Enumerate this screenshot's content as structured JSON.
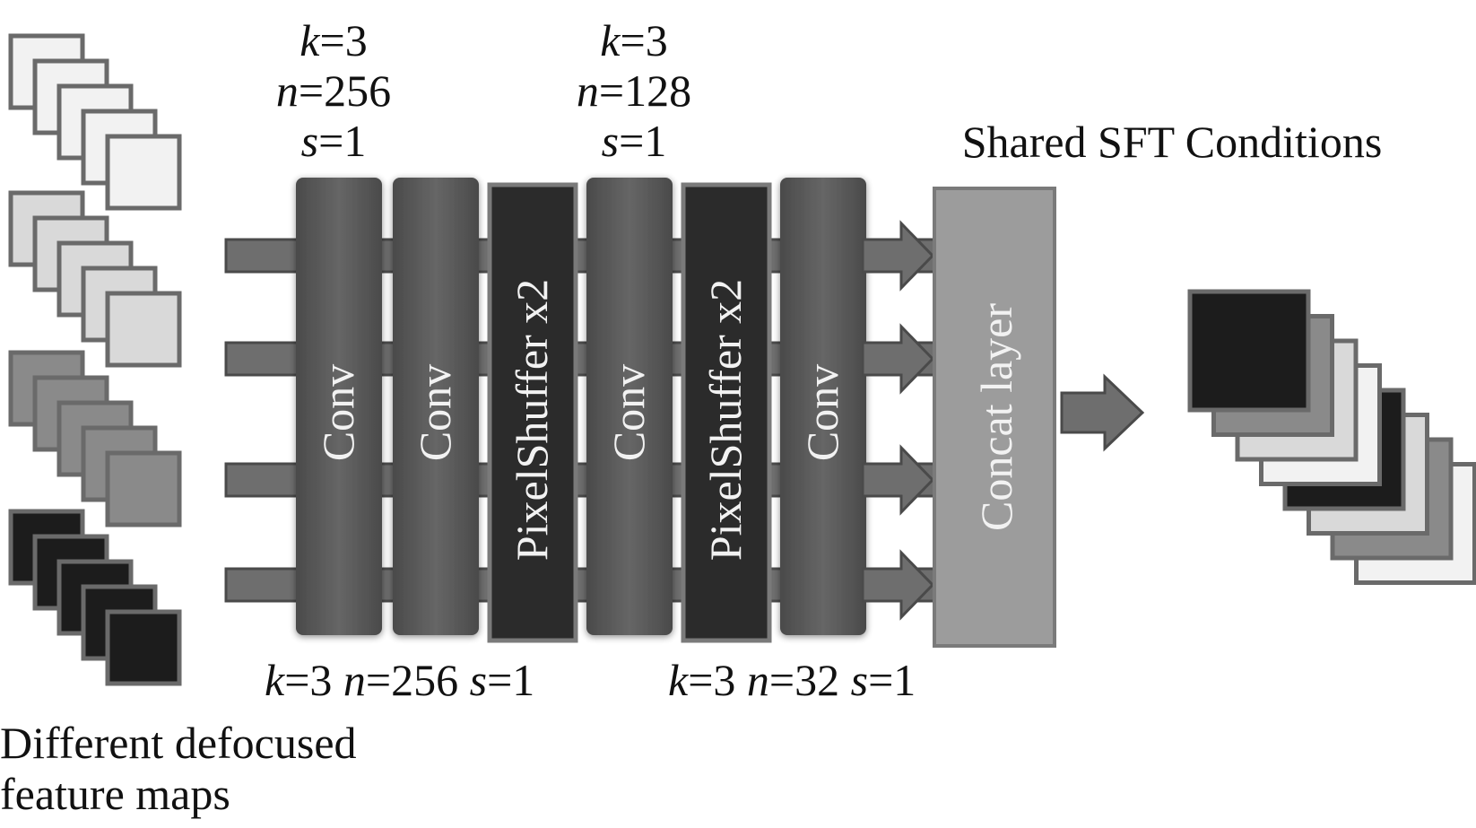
{
  "colors": {
    "background": "#ffffff",
    "text": "#111111",
    "conv_block": "#5c5c5c",
    "pixelshuffle_block": "#2b2b2b",
    "concat_block": "#9c9c9c",
    "arrow": "#6e6e6e",
    "map_white": "#f2f2f2",
    "map_light": "#d9d9d9",
    "map_mid": "#8a8a8a",
    "map_dark": "#1c1c1c"
  },
  "input_label": {
    "line1": "Different defocused",
    "line2": "feature maps"
  },
  "top_params": [
    {
      "k": "=3",
      "n": "=256",
      "s": "=1"
    },
    {
      "k": "=3",
      "n": "=128",
      "s": "=1"
    }
  ],
  "bottom_params": [
    {
      "k": "=3 ",
      "n": "=256 ",
      "s": "=1"
    },
    {
      "k": "=3 ",
      "n": "=32 ",
      "s": "=1"
    }
  ],
  "param_letters": {
    "k": "k",
    "n": "n",
    "s": "s"
  },
  "blocks": [
    {
      "label": "Conv",
      "kind": "conv"
    },
    {
      "label": "Conv",
      "kind": "conv"
    },
    {
      "label": "PixelShuffer x2",
      "kind": "pixelshuffle"
    },
    {
      "label": "Conv",
      "kind": "conv"
    },
    {
      "label": "PixelShuffer x2",
      "kind": "pixelshuffle"
    },
    {
      "label": "Conv",
      "kind": "conv"
    }
  ],
  "concat_label": "Concat layer",
  "output_label": "Shared SFT Conditions",
  "input_groups": [
    "map_white",
    "map_light",
    "map_mid",
    "map_dark"
  ],
  "output_stack": [
    "map_dark",
    "map_mid",
    "map_light",
    "map_white",
    "map_dark",
    "map_light",
    "map_mid",
    "map_white"
  ]
}
